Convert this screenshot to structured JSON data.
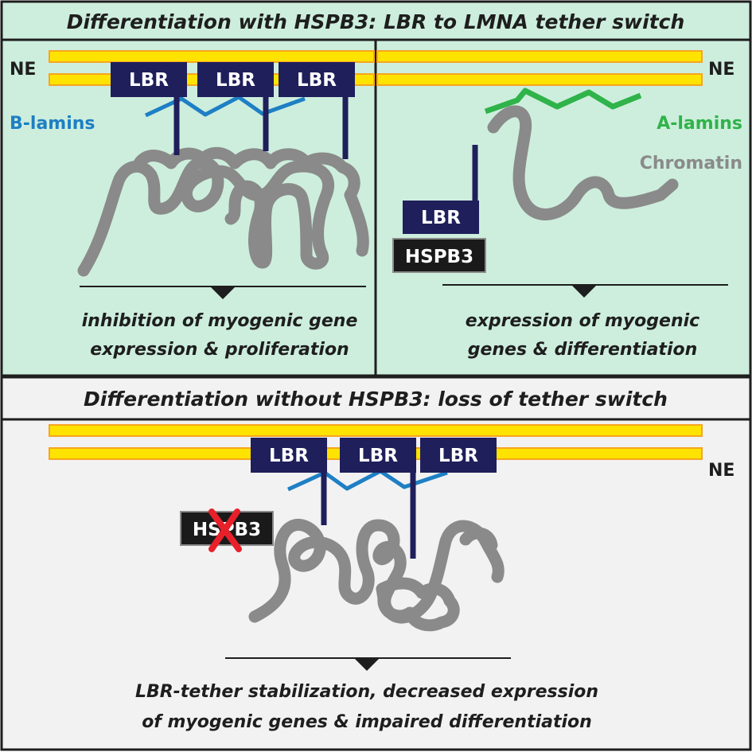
{
  "top_panel": {
    "title": "Differentiation with HSPB3: LBR to LMNA tether switch",
    "left": {
      "ne_label": "NE",
      "lbr_labels": [
        "LBR",
        "LBR",
        "LBR"
      ],
      "blamins_label": "B-lamins",
      "caption_line1": "inhibition of myogenic gene",
      "caption_line2": "expression & proliferation"
    },
    "right": {
      "ne_label": "NE",
      "alamins_label": "A-lamins",
      "chromatin_label": "Chromatin",
      "lbr_label": "LBR",
      "hspb3_label": "HSPB3",
      "caption_line1": "expression of myogenic",
      "caption_line2": "genes & differentiation"
    }
  },
  "bottom_panel": {
    "title": "Differentiation without HSPB3: loss of tether switch",
    "ne_label": "NE",
    "lbr_labels": [
      "LBR",
      "LBR",
      "LBR"
    ],
    "hspb3_label": "HSPB3",
    "caption_line1": "LBR-tether stabilization, decreased expression",
    "caption_line2": "of myogenic genes & impaired differentiation"
  },
  "colors": {
    "top_bg": "#cdeedd",
    "bottom_bg": "#f2f2f2",
    "membrane_fill": "#ffe300",
    "membrane_edge": "#f7a51e",
    "lbr_box": "#1f1f5c",
    "hspb3_box": "#1a1a1a",
    "b_lamins": "#1e7fc4",
    "a_lamins": "#2fb34a",
    "chromatin": "#8a8a8a",
    "cross_mark": "#e8202a"
  }
}
